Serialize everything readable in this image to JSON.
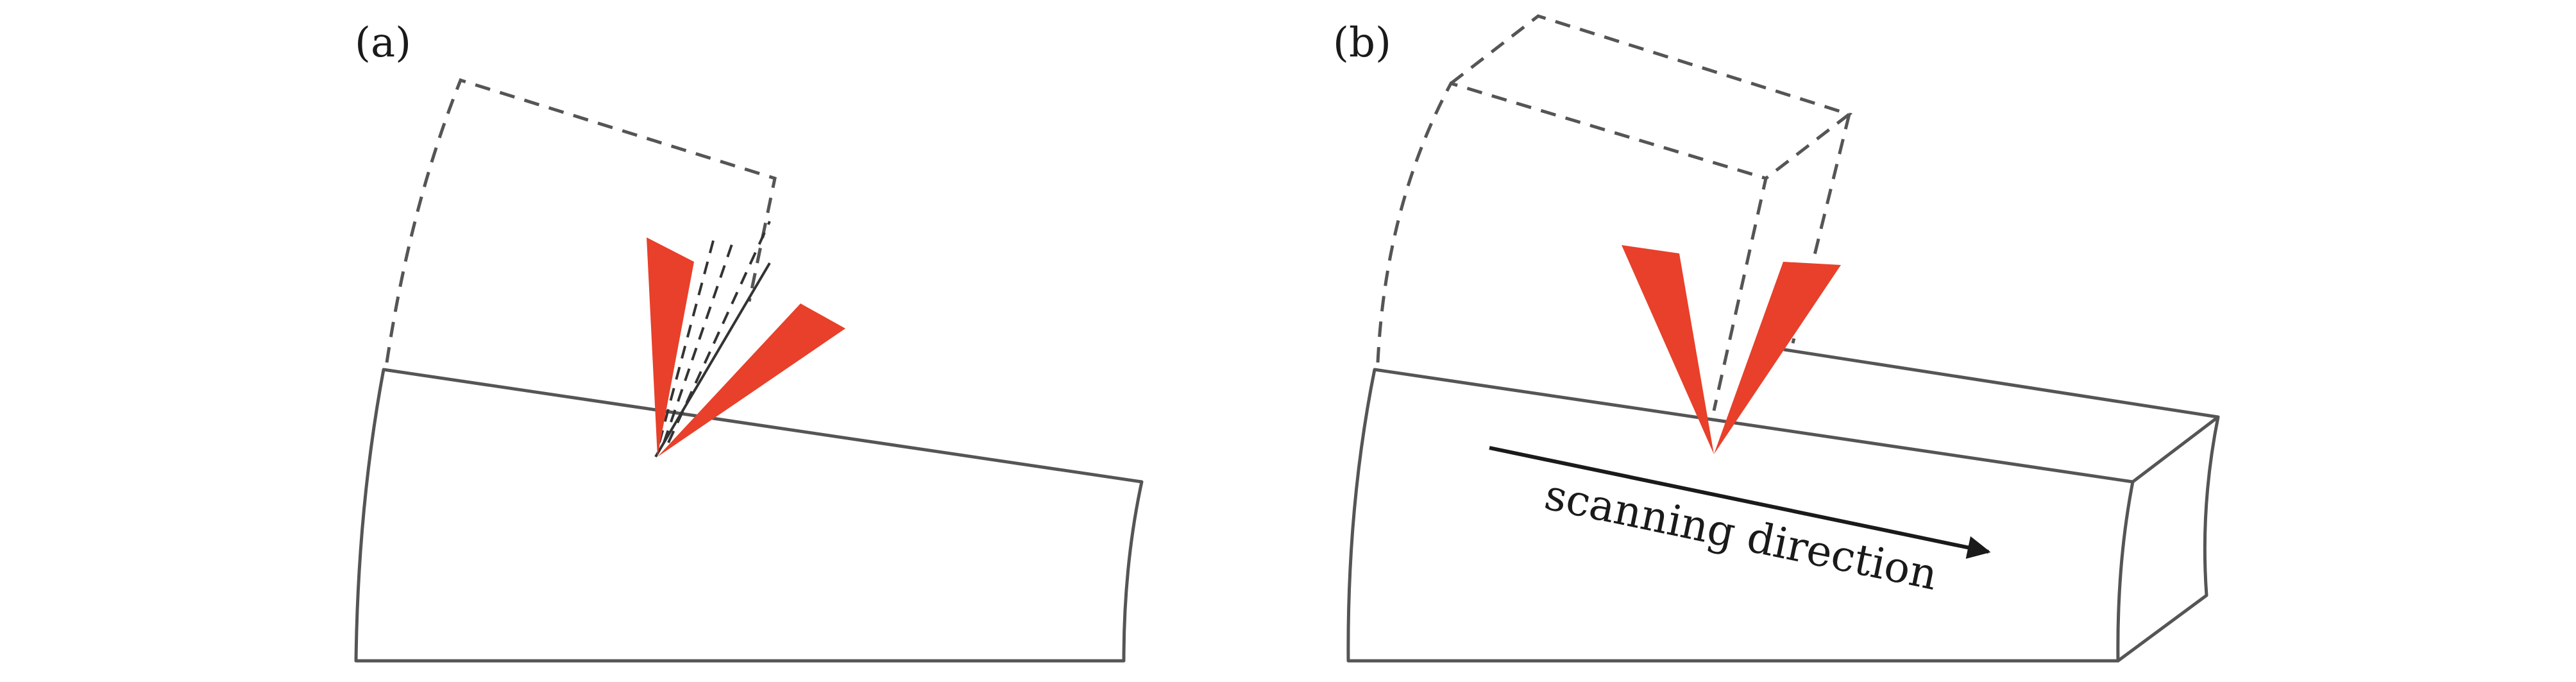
{
  "panels": {
    "a": {
      "label": "(a)"
    },
    "b": {
      "label": "(b)",
      "annotation": "scanning direction"
    }
  },
  "colors": {
    "beam": "#e8402a",
    "outline": "#555555",
    "text": "#1a1a1a"
  }
}
